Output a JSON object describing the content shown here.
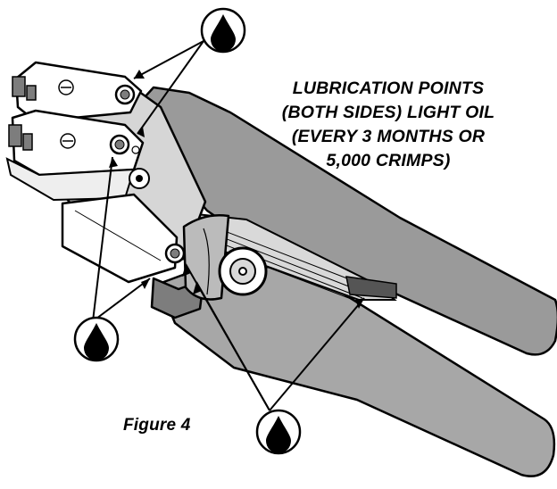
{
  "note": {
    "lines": [
      "LUBRICATION POINTS",
      "(BOTH SIDES) LIGHT OIL",
      "(EVERY 3 MONTHS OR",
      "5,000 CRIMPS)"
    ]
  },
  "figure_label": "Figure 4",
  "colors": {
    "tool_gray": "#a7a7a7",
    "handle_gray": "#9a9a9a",
    "shadow_gray": "#7d7d7d",
    "light_gray": "#d9d9d9",
    "outline": "#000000",
    "background": "#ffffff"
  },
  "icons": {
    "oil_drop": "oil-drop-icon"
  }
}
